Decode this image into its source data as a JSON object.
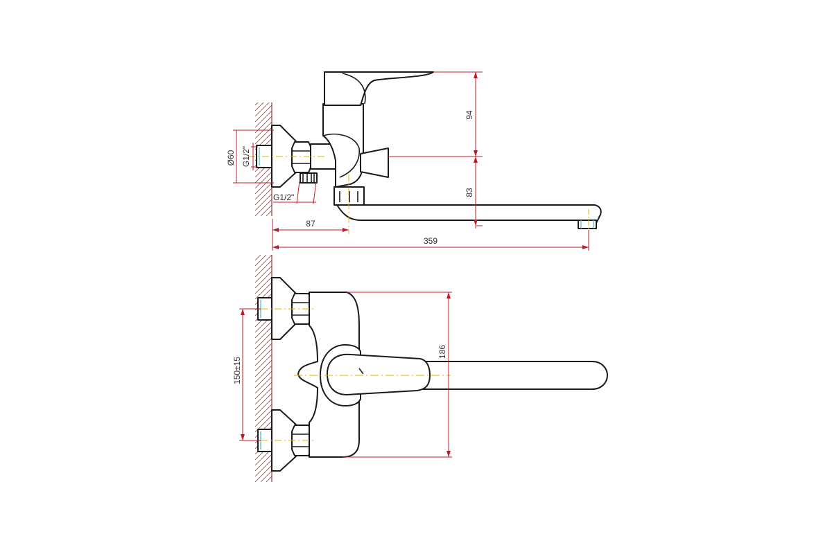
{
  "colors": {
    "outline": "#1a1a1a",
    "dimension": "#c0192a",
    "centerline": "#e0b400",
    "thread": "#44b7c8",
    "wall_hatch": "#b25e5e",
    "background": "#ffffff"
  },
  "side_view": {
    "dim_height_upper": "94",
    "dim_height_lower": "83",
    "dim_diameter": "Ø60",
    "dim_thread_inlet": "G1/2\"",
    "dim_thread_shower": "G1/2\"",
    "dim_offset": "87",
    "dim_spout_reach": "359"
  },
  "top_view": {
    "dim_inlet_spacing": "150±15",
    "dim_body_width": "186"
  }
}
